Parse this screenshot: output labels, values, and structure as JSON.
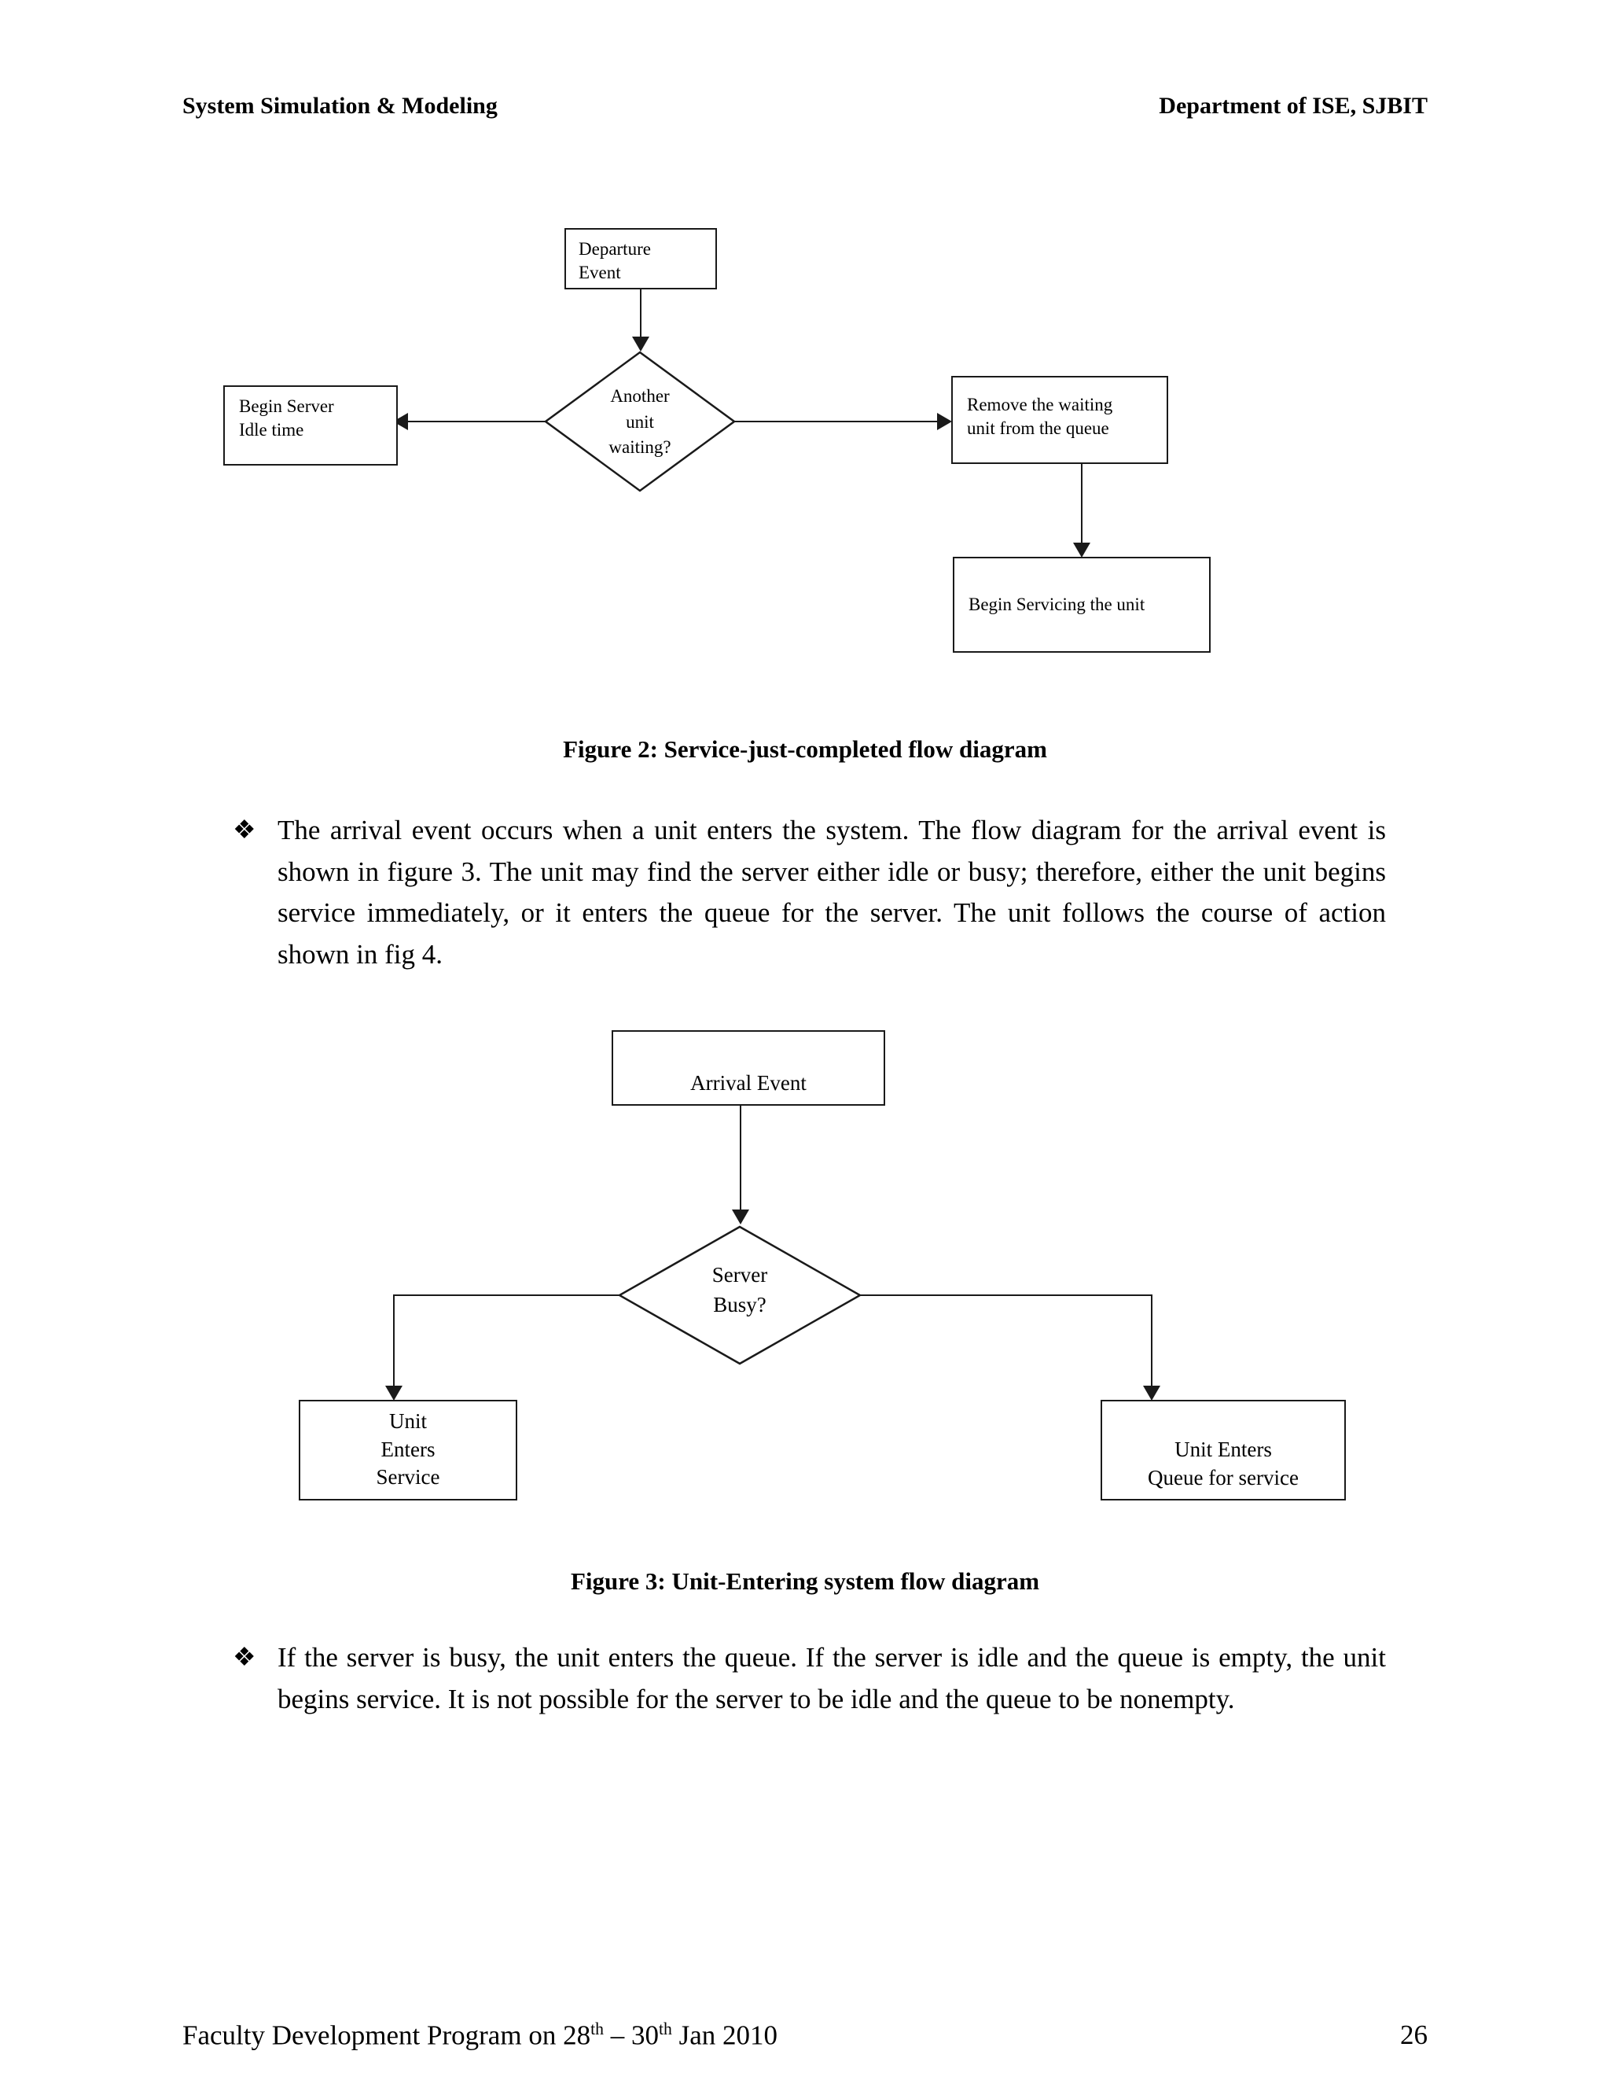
{
  "header": {
    "left": "System Simulation & Modeling",
    "right": "Department of ISE, SJBIT"
  },
  "figure2": {
    "caption": "Figure 2: Service-just-completed flow diagram",
    "nodes": {
      "departure_event": "Departure\nEvent",
      "another_unit_waiting": "Another\nunit\nwaiting?",
      "begin_server_idle": "Begin Server\nIdle time",
      "remove_waiting_unit": "Remove the waiting\nunit from the queue",
      "begin_servicing": "Begin Servicing the unit"
    }
  },
  "paragraph1": {
    "bullet": "❖",
    "text": "The arrival event occurs when a unit enters the system. The flow diagram for the arrival event is shown in figure 3. The unit may find the server either idle or busy; therefore, either the unit begins service immediately, or it enters the queue for the server. The unit follows the course of action shown in fig 4."
  },
  "figure3": {
    "caption": "Figure 3: Unit-Entering system flow diagram",
    "nodes": {
      "arrival_event": "Arrival Event",
      "server_busy": "Server\nBusy?",
      "unit_enters_service": "Unit\nEnters\nService",
      "unit_enters_queue": "Unit Enters\nQueue for service"
    }
  },
  "paragraph2": {
    "bullet": "❖",
    "text": "If the server is busy, the unit enters the queue. If the server is idle and the queue is empty, the unit begins service. It is not possible for the server to be idle and the queue to be nonempty."
  },
  "footer": {
    "left_pre": "Faculty Development Program on 28",
    "left_sup1": "th",
    "left_mid": " – 30",
    "left_sup2": "th",
    "left_post": " Jan 2010",
    "page_number": "26"
  },
  "colors": {
    "ink": "#000000",
    "stroke": "#1a1a1a",
    "paper": "#ffffff"
  }
}
